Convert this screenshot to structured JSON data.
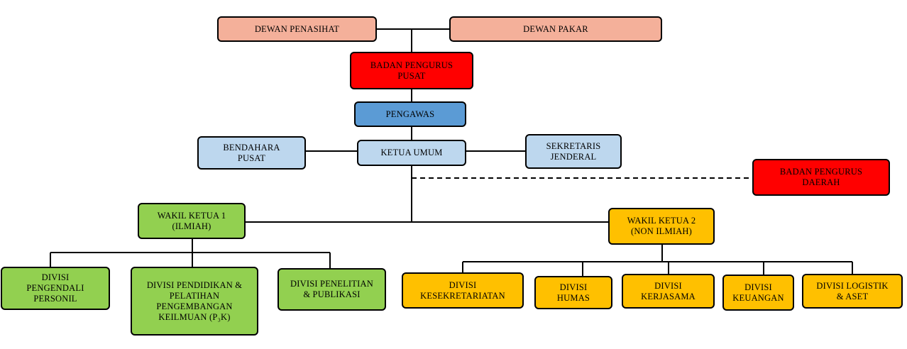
{
  "colors": {
    "penasihat": "#f4b09a",
    "pengurus": "#ff0000",
    "pengawas": "#5b9bd5",
    "pusat": "#bdd7ee",
    "ilmiah": "#92d050",
    "non_ilmiah": "#ffc000",
    "line": "#000000"
  },
  "nodes": {
    "dewan_penasihat": "DEWAN PENASIHAT",
    "dewan_pakar": "DEWAN PAKAR",
    "badan_pengurus_pusat": "BADAN PENGURUS\nPUSAT",
    "pengawas": "PENGAWAS",
    "bendahara_pusat": "BENDAHARA\nPUSAT",
    "ketua_umum": "KETUA UMUM",
    "sekretaris_jenderal": "SEKRETARIS\nJENDERAL",
    "badan_pengurus_daerah": "BADAN PENGURUS\nDAERAH",
    "wakil_ketua_1": "WAKIL KETUA 1\n(ILMIAH)",
    "wakil_ketua_2": "WAKIL KETUA 2\n(NON ILMIAH)",
    "divisi_pengendali_personil": "DIVISI\nPENGENDALI\nPERSONIL",
    "divisi_pendidikan": "DIVISI PENDIDIKAN  &\nPELATIHAN\nPENGEMBANGAN\nKEILMUAN (P₃K)",
    "divisi_penelitian": "DIVISI PENELITIAN\n& PUBLIKASI",
    "divisi_kesekretariatan": "DIVISI\nKESEKRETARIATAN",
    "divisi_humas": "DIVISI\nHUMAS",
    "divisi_kerjasama": "DIVISI\nKERJASAMA",
    "divisi_keuangan": "DIVISI\nKEUANGAN",
    "divisi_logistik": "DIVISI LOGISTIK\n& ASET"
  }
}
